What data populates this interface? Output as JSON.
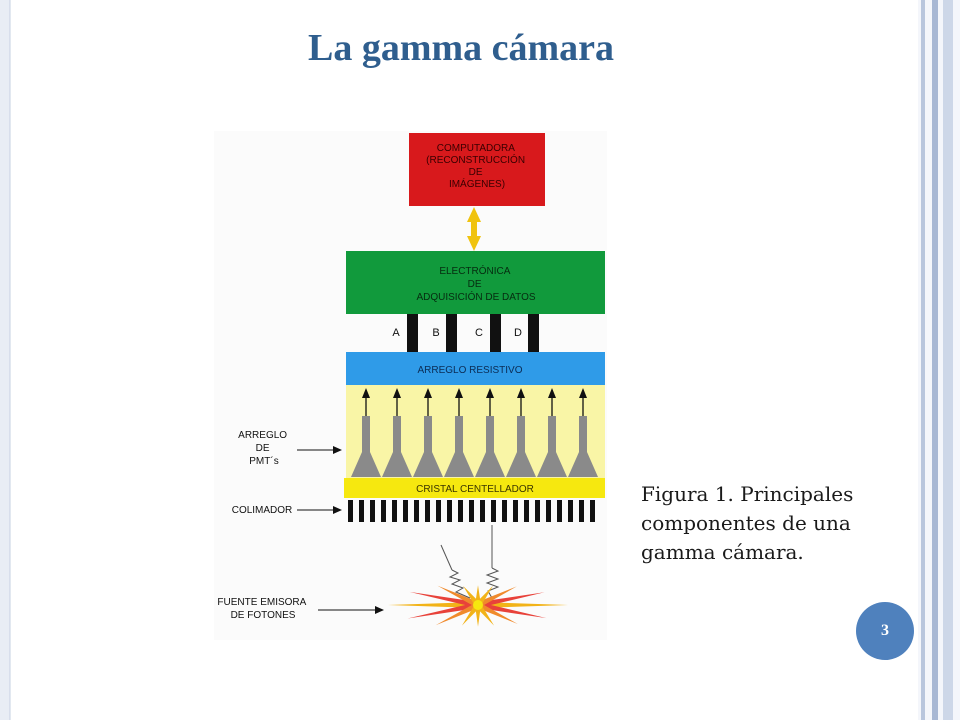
{
  "slide": {
    "title": "La gamma cámara",
    "caption": "Figura 1. Principales componentes de una gamma cámara.",
    "page_number": "3"
  },
  "diagram": {
    "computer_lines": [
      "COMPUTADORA",
      "(RECONSTRUCCIÓN",
      "DE",
      "IMÁGENES)"
    ],
    "electronics_lines": [
      "ELECTRÓNICA",
      "DE",
      "ADQUISICIÓN DE DATOS"
    ],
    "signal_labels": [
      "A",
      "B",
      "C",
      "D"
    ],
    "resistive_array": "ARREGLO RESISTIVO",
    "scintillator": "CRISTAL CENTELLADOR",
    "pmt_label_lines": [
      "ARREGLO",
      "DE",
      "PMT´s"
    ],
    "collimator_label": "COLIMADOR",
    "source_label_lines": [
      "FUENTE EMISORA",
      "DE FOTONES"
    ]
  },
  "colors": {
    "title": "#2f5e8e",
    "computer": "#d8191c",
    "electronics": "#119a3c",
    "resistive": "#2f9be8",
    "scintillator": "#f6e80f",
    "pmt_area": "#f9f5a6",
    "arrow": "#f0c30f",
    "page_badge": "#4f81bd"
  }
}
